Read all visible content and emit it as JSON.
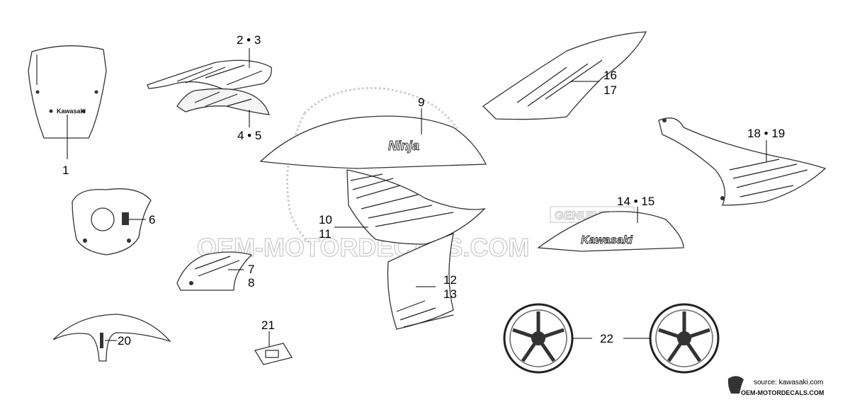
{
  "watermark": {
    "text": "OEM-MOTORDECALS.COM",
    "badge": "GENUINE"
  },
  "callouts": [
    {
      "id": "c1",
      "label": "1"
    },
    {
      "id": "c23",
      "label": "2 • 3"
    },
    {
      "id": "c45",
      "label": "4 • 5"
    },
    {
      "id": "c6",
      "label": "6"
    },
    {
      "id": "c7",
      "label": "7"
    },
    {
      "id": "c8",
      "label": "8"
    },
    {
      "id": "c9",
      "label": "9"
    },
    {
      "id": "c10",
      "label": "10"
    },
    {
      "id": "c11",
      "label": "11"
    },
    {
      "id": "c12",
      "label": "12"
    },
    {
      "id": "c13",
      "label": "13"
    },
    {
      "id": "c1415",
      "label": "14 • 15"
    },
    {
      "id": "c16",
      "label": "16"
    },
    {
      "id": "c17",
      "label": "17"
    },
    {
      "id": "c1819",
      "label": "18 • 19"
    },
    {
      "id": "c20",
      "label": "20"
    },
    {
      "id": "c21",
      "label": "21"
    },
    {
      "id": "c22",
      "label": "22"
    }
  ],
  "decal_text": {
    "ninja": "Ninja",
    "kawasaki": "Kawasaki",
    "windscreen_logo": "Kawasaki"
  },
  "footer": {
    "source": "source: kawasaki.com",
    "site": "OEM-MOTORDECALS.COM"
  }
}
